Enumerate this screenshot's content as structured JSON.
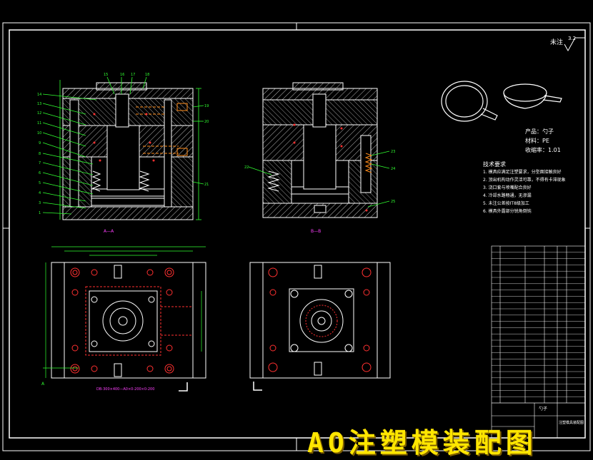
{
  "drawing": {
    "roughness_label": "未注",
    "roughness_value": "3.2",
    "product_lines": [
      "产品：勺子",
      "材料：PE",
      "收缩率：1.01"
    ],
    "tech_title": "技术要求",
    "tech_lines": [
      "1. 模具应满足注塑要求，分型面接触良好",
      "2. 顶出机构动作灵活可靠，不得有卡滞现象",
      "3. 浇口套与喷嘴配合良好",
      "4. 冷却水路畅通，无渗漏",
      "5. 未注公差按IT8级加工",
      "6. 模具外露部分锐角倒钝"
    ],
    "section_labels": [
      "A—A",
      "B—B"
    ],
    "bottom_note": "DB-300×400—A0×0-200×0-200",
    "section_mark_A": "A"
  },
  "title_block": {
    "part_name": "勺子",
    "drawing_name": "注塑模具装配图"
  },
  "banner": "AO注塑模装配图",
  "colors": {
    "background": "#000000",
    "outline": "#ffffff",
    "red": "#ff3030",
    "green": "#30ff30",
    "yellow": "#ffe600",
    "cyan": "#30e0e0",
    "magenta": "#ff40ff"
  }
}
